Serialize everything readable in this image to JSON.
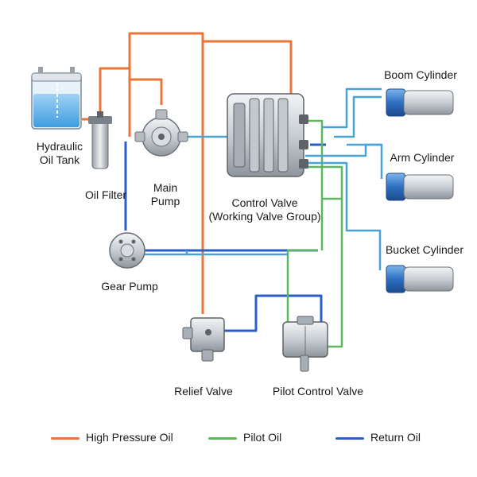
{
  "labels": {
    "tank": "Hydraulic\nOil Tank",
    "filter": "Oil Filter",
    "main_pump": "Main\nPump",
    "gear_pump": "Gear Pump",
    "control_valve": "Control Valve\n(Working Valve Group)",
    "boom": "Boom Cylinder",
    "arm": "Arm Cylinder",
    "bucket": "Bucket Cylinder",
    "relief": "Relief Valve",
    "pilot_valve": "Pilot Control Valve"
  },
  "legend": [
    {
      "label": "High Pressure Oil",
      "color": "#e8763a"
    },
    {
      "label": "Pilot Oil",
      "color": "#5cb85c"
    },
    {
      "label": "Return Oil",
      "color": "#2b5fc7"
    }
  ],
  "colors": {
    "high_pressure": "#e8763a",
    "pilot": "#5cb85c",
    "return": "#2b5fc7",
    "cylinder_line": "#4aa3d8"
  }
}
